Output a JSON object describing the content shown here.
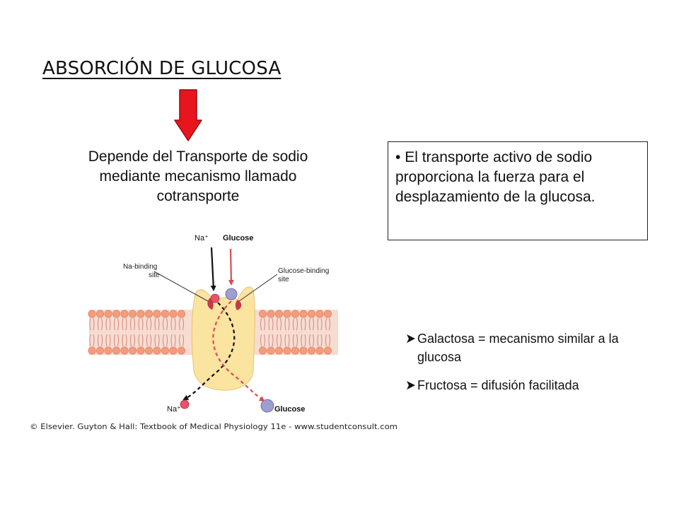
{
  "title": "ABSORCIÓN DE GLUCOSA",
  "depends_text": "Depende del Transporte de sodio mediante mecanismo llamado cotransporte",
  "box": {
    "bullet": "•",
    "text": "El transporte activo de sodio proporciona la fuerza para el desplazamiento de la glucosa."
  },
  "bullets": [
    {
      "text": "Galactosa = mecanismo similar a la glucosa"
    },
    {
      "text": "Fructosa = difusión facilitada"
    }
  ],
  "diagram": {
    "labels": {
      "na_top": "Na⁺",
      "glucose_top": "Glucose",
      "na_binding": [
        "Na-binding",
        "site"
      ],
      "glucose_binding": [
        "Glucose-binding",
        "site"
      ],
      "na_bottom": "Na⁺",
      "glucose_bottom": "Glucose"
    },
    "credit": "© Elsevier. Guyton & Hall: Textbook of Medical Physiology 11e - www.studentconsult.com"
  },
  "colors": {
    "arrow_red": "#e8141e",
    "lipid_head": "#f39c7e",
    "membrane_fill": "#f7dcd2",
    "protein": "#fbe3a0",
    "sodium": "#e8526a",
    "glucose": "#9f9ed0",
    "glucose_path": "#dd4a52"
  }
}
